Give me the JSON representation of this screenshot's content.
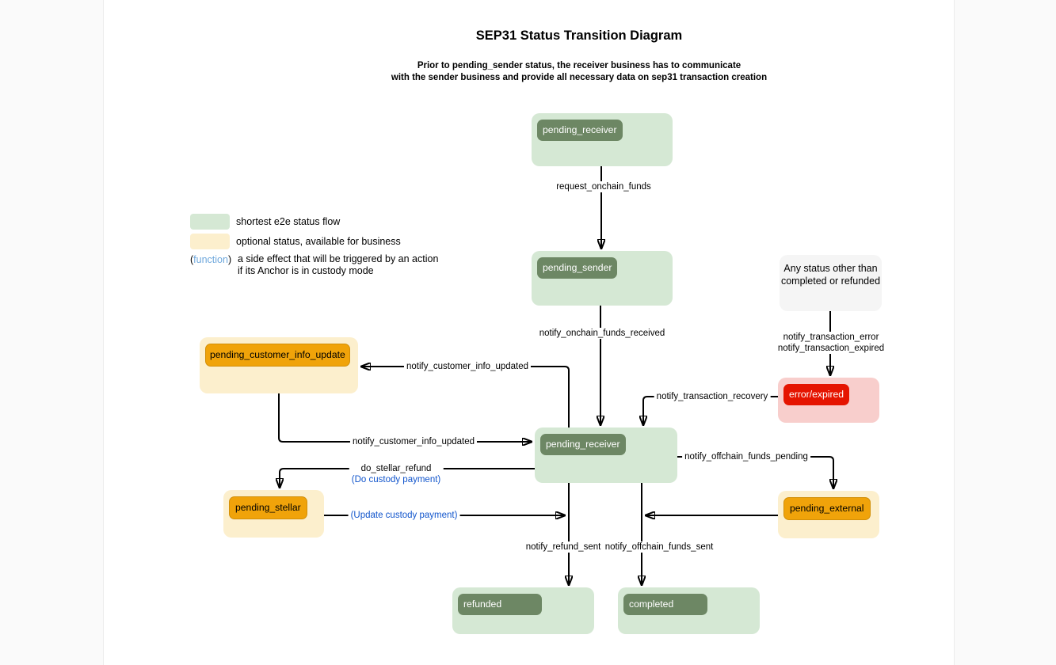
{
  "title": "SEP31 Status Transition Diagram",
  "subtitle": {
    "line1": "Prior to pending_sender status, the receiver business has to communicate",
    "line2": "with the sender business and provide all necessary data on sep31 transaction creation"
  },
  "legend": {
    "green_label": "shortest e2e status flow",
    "yellow_label": "optional status, available for business",
    "function_open": "(",
    "function_word": "function",
    "function_close": ")",
    "function_desc_line1": "a side effect that will be triggered by an action",
    "function_desc_line2": "if its Anchor is in custody mode"
  },
  "nodes": {
    "pending_receiver_top": {
      "label": "pending_receiver"
    },
    "pending_sender": {
      "label": "pending_sender"
    },
    "any_status": {
      "line1": "Any status other than",
      "line2": "completed or refunded"
    },
    "error_expired": {
      "label": "error/expired"
    },
    "pending_customer_info_update": {
      "label": "pending_customer_info_update"
    },
    "pending_receiver_mid": {
      "label": "pending_receiver"
    },
    "pending_stellar": {
      "label": "pending_stellar"
    },
    "pending_external": {
      "label": "pending_external"
    },
    "refunded": {
      "label": "refunded"
    },
    "completed": {
      "label": "completed"
    }
  },
  "edges": {
    "request_onchain_funds": {
      "label": "request_onchain_funds"
    },
    "notify_onchain_funds_received": {
      "label": "notify_onchain_funds_received"
    },
    "notify_transaction_error_expired": {
      "line1": "notify_transaction_error",
      "line2": "notify_transaction_expired"
    },
    "notify_transaction_recovery": {
      "label": "notify_transaction_recovery"
    },
    "notify_customer_info_updated_up": {
      "label": "notify_customer_info_updated"
    },
    "notify_customer_info_updated_down": {
      "label": "notify_customer_info_updated"
    },
    "do_stellar_refund": {
      "label": "do_stellar_refund",
      "side_effect": "(Do custody payment)"
    },
    "update_custody_payment": {
      "label": "(Update custody payment)"
    },
    "notify_refund_sent": {
      "label": "notify_refund_sent"
    },
    "notify_offchain_funds_sent": {
      "label": "notify_offchain_funds_sent"
    },
    "notify_offchain_funds_pending": {
      "label": "notify_offchain_funds_pending"
    }
  },
  "colors": {
    "node_green": "#d5e8d4",
    "pill_dark_green": "#6d8764",
    "node_cream": "#fcefcd",
    "pill_orange": "#f0a30a",
    "node_pink": "#f8cecc",
    "pill_red": "#e51400",
    "node_gray": "#f5f5f5",
    "edge_black": "#000000",
    "side_effect_blue": "#1155cc",
    "legend_function_blue": "#6fa8dc"
  }
}
